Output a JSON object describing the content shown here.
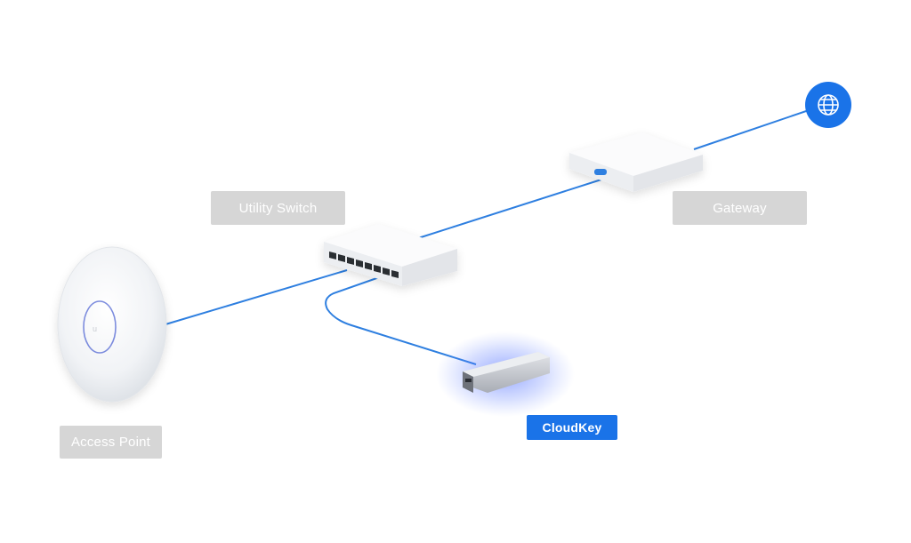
{
  "labels": {
    "utility_switch": "Utility Switch",
    "gateway": "Gateway",
    "access_point": "Access Point",
    "cloudkey": "CloudKey"
  },
  "colors": {
    "link": "#2e7fe0",
    "accent": "#1a73e8",
    "muted_label": "#d6d6d6",
    "globe": "#1a73e8"
  },
  "icons": {
    "internet": "globe-icon"
  },
  "highlighted_device": "cloudkey"
}
